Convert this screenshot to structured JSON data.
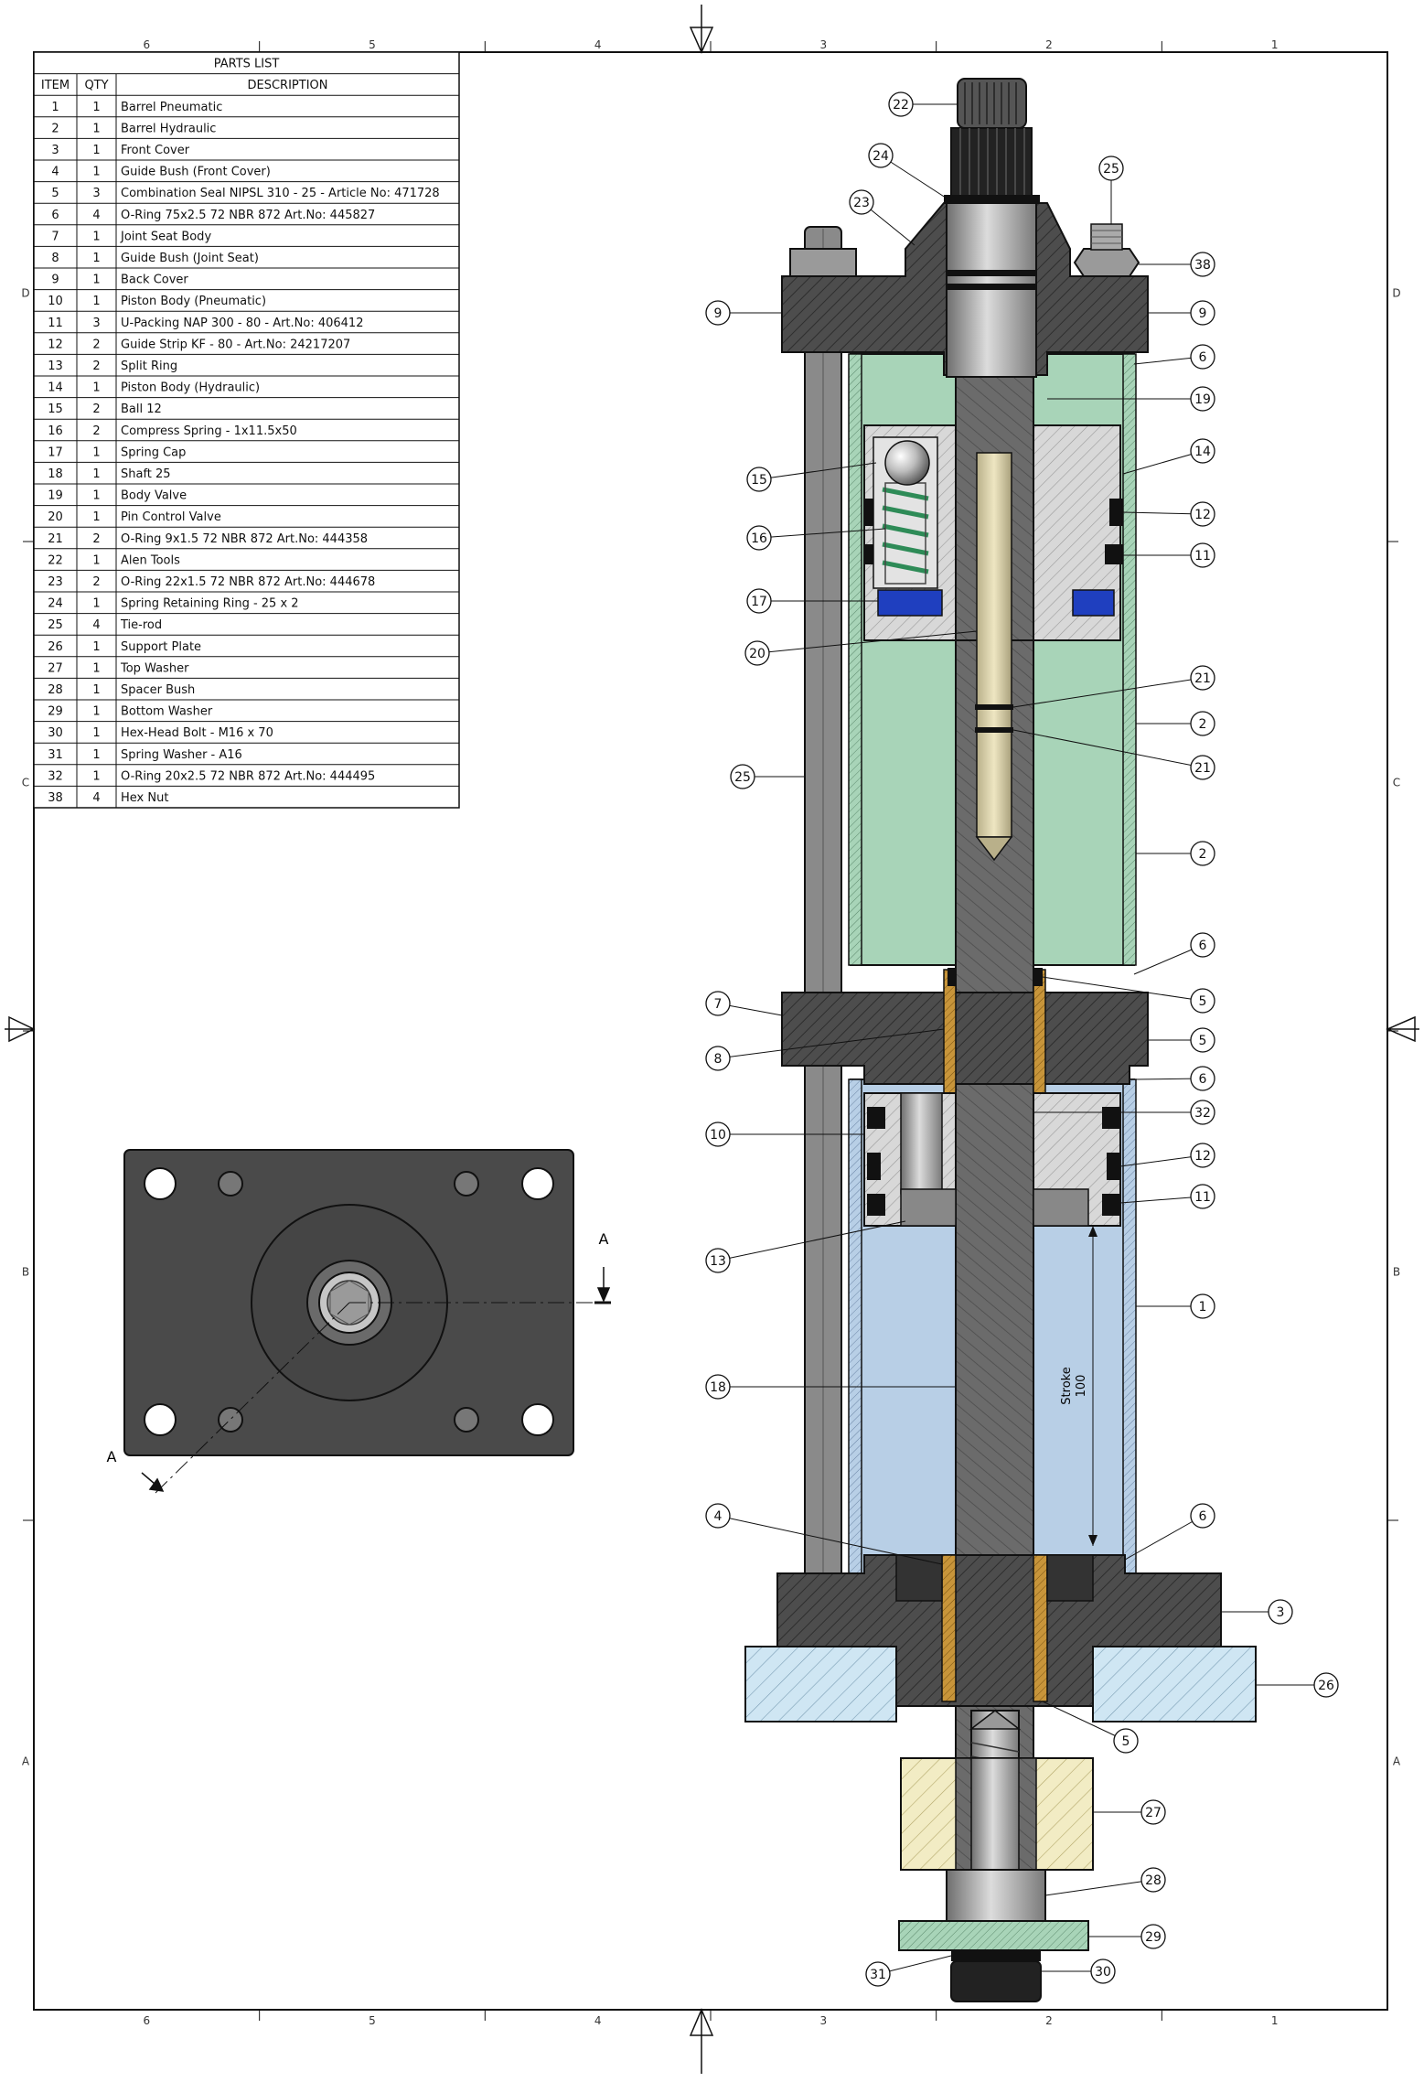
{
  "parts_list": {
    "title": "PARTS LIST",
    "headers": [
      "ITEM",
      "QTY",
      "DESCRIPTION"
    ],
    "rows": [
      [
        "1",
        "1",
        "Barrel Pneumatic"
      ],
      [
        "2",
        "1",
        "Barrel Hydraulic"
      ],
      [
        "3",
        "1",
        "Front Cover"
      ],
      [
        "4",
        "1",
        "Guide Bush (Front Cover)"
      ],
      [
        "5",
        "3",
        "Combination Seal NIPSL 310 - 25 - Article No: 471728"
      ],
      [
        "6",
        "4",
        "O-Ring  75x2.5   72 NBR 872   Art.No: 445827"
      ],
      [
        "7",
        "1",
        "Joint Seat Body"
      ],
      [
        "8",
        "1",
        "Guide Bush (Joint Seat)"
      ],
      [
        "9",
        "1",
        "Back Cover"
      ],
      [
        "10",
        "1",
        "Piston Body (Pneumatic)"
      ],
      [
        "11",
        "3",
        "U-Packing NAP 300 - 80 - Art.No: 406412"
      ],
      [
        "12",
        "2",
        "Guide Strip KF - 80 - Art.No: 24217207"
      ],
      [
        "13",
        "2",
        "Split Ring"
      ],
      [
        "14",
        "1",
        "Piston Body (Hydraulic)"
      ],
      [
        "15",
        "2",
        "Ball 12"
      ],
      [
        "16",
        "2",
        "Compress Spring - 1x11.5x50"
      ],
      [
        "17",
        "1",
        "Spring Cap"
      ],
      [
        "18",
        "1",
        "Shaft 25"
      ],
      [
        "19",
        "1",
        "Body Valve"
      ],
      [
        "20",
        "1",
        "Pin Control Valve"
      ],
      [
        "21",
        "2",
        "O-Ring  9x1.5   72 NBR 872   Art.No: 444358"
      ],
      [
        "22",
        "1",
        "Alen Tools"
      ],
      [
        "23",
        "2",
        "O-Ring  22x1.5   72 NBR 872   Art.No: 444678"
      ],
      [
        "24",
        "1",
        "Spring Retaining Ring - 25 x 2"
      ],
      [
        "25",
        "4",
        "Tie-rod"
      ],
      [
        "26",
        "1",
        "Support Plate"
      ],
      [
        "27",
        "1",
        "Top Washer"
      ],
      [
        "28",
        "1",
        "Spacer Bush"
      ],
      [
        "29",
        "1",
        "Bottom Washer"
      ],
      [
        "30",
        "1",
        "Hex-Head Bolt - M16  x 70"
      ],
      [
        "31",
        "1",
        "Spring Washer - A16"
      ],
      [
        "32",
        "1",
        "O-Ring  20x2.5   72 NBR 872   Art.No: 444495"
      ],
      [
        "38",
        "4",
        "Hex Nut"
      ]
    ]
  },
  "zones": {
    "columns": [
      "6",
      "5",
      "4",
      "3",
      "2",
      "1"
    ],
    "rows": [
      "D",
      "C",
      "B",
      "A"
    ]
  },
  "section_label": "A",
  "stroke": {
    "label": "Stroke",
    "value": "100"
  },
  "callouts": {
    "left": [
      "9",
      "15",
      "16",
      "17",
      "20",
      "25",
      "7",
      "8",
      "10",
      "13",
      "18",
      "4"
    ],
    "right": [
      "38",
      "9",
      "6",
      "19",
      "14",
      "12",
      "11",
      "21",
      "2",
      "21",
      "2",
      "6",
      "5",
      "5",
      "6",
      "32",
      "12",
      "11",
      "1",
      "6",
      "3",
      "26",
      "27",
      "28",
      "29",
      "30"
    ],
    "top": [
      "22",
      "24",
      "23",
      "25"
    ],
    "bottom": [
      "5",
      "31"
    ]
  },
  "colors": {
    "hydraulic_fill": "#a8d4b8",
    "pneumatic_fill": "#b8cfe6",
    "dark_steel": "#4a4a4a",
    "bronze": "#b8862c",
    "blue_cap": "#1f3fbf",
    "support_plate": "#cfe6f3",
    "top_washer": "#f2ecc4"
  }
}
